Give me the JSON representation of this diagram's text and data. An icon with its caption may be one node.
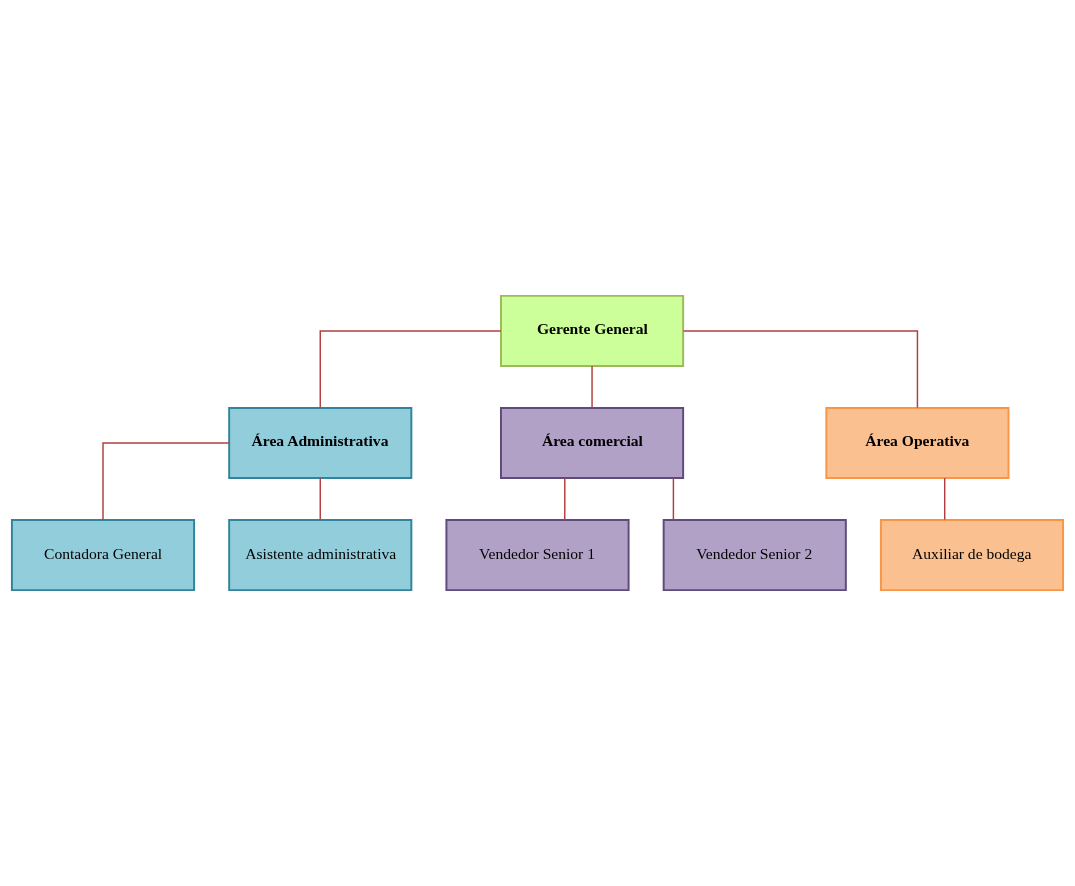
{
  "diagram": {
    "nodes": [
      {
        "text": [
          "Gerente General"
        ]
      },
      {
        "text": [
          "Área Administrativa"
        ]
      },
      {
        "text": [
          "Área comercial"
        ]
      },
      {
        "text": [
          "Área Operativa"
        ]
      },
      {
        "text": [
          "Contadora General"
        ]
      },
      {
        "text": [
          "Asistente administrativa"
        ]
      },
      {
        "text": [
          "Vendedor Senior 1"
        ]
      },
      {
        "text": [
          "Vendedor Senior 2"
        ]
      },
      {
        "text": [
          "Auxiliar de bodega"
        ]
      }
    ],
    "edges": [
      {
        "from": 0,
        "to": 1,
        "arrow": "none"
      },
      {
        "from": 0,
        "to": 2,
        "arrow": "none"
      },
      {
        "from": 0,
        "to": 3,
        "arrow": "none"
      },
      {
        "from": 1,
        "to": 4,
        "arrow": "none"
      },
      {
        "from": 1,
        "to": 5,
        "arrow": "none"
      },
      {
        "from": 2,
        "to": 6,
        "arrow": "none"
      },
      {
        "from": 2,
        "to": 7,
        "arrow": "none"
      },
      {
        "from": 3,
        "to": 8,
        "arrow": "none"
      }
    ]
  }
}
